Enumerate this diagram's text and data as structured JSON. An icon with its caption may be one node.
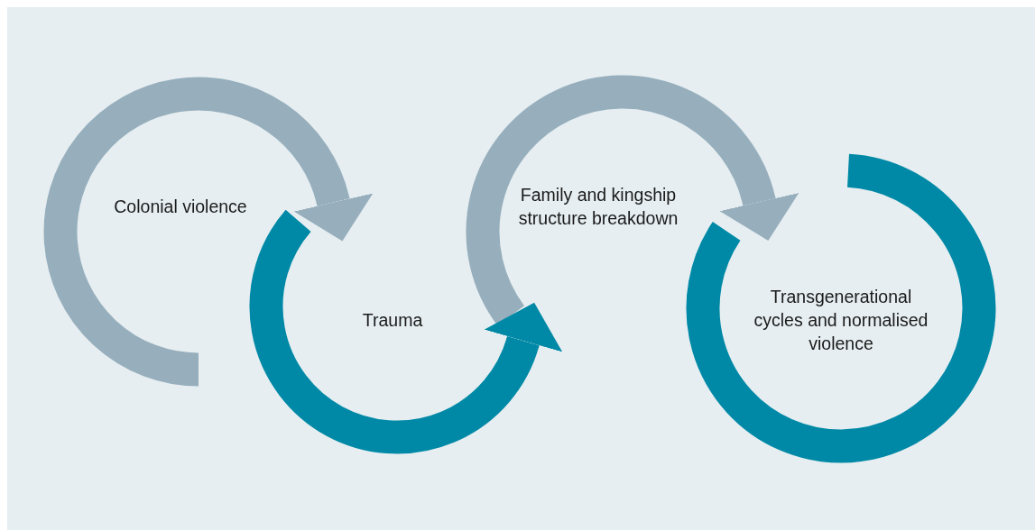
{
  "diagram": {
    "nodes": [
      {
        "text": [
          "Colonial violence"
        ]
      },
      {
        "text": [
          "Trauma"
        ]
      },
      {
        "text": [
          "Family and kingship structure breakdown"
        ]
      },
      {
        "text": [
          "Transgenerational cycles and normalised violence"
        ]
      }
    ],
    "edges": [
      {
        "from": 0,
        "to": 1,
        "arrow": "to"
      },
      {
        "from": 1,
        "to": 2,
        "arrow": "to",
        "color": "#0089a6"
      },
      {
        "from": 2,
        "to": 3,
        "arrow": "to"
      }
    ]
  }
}
